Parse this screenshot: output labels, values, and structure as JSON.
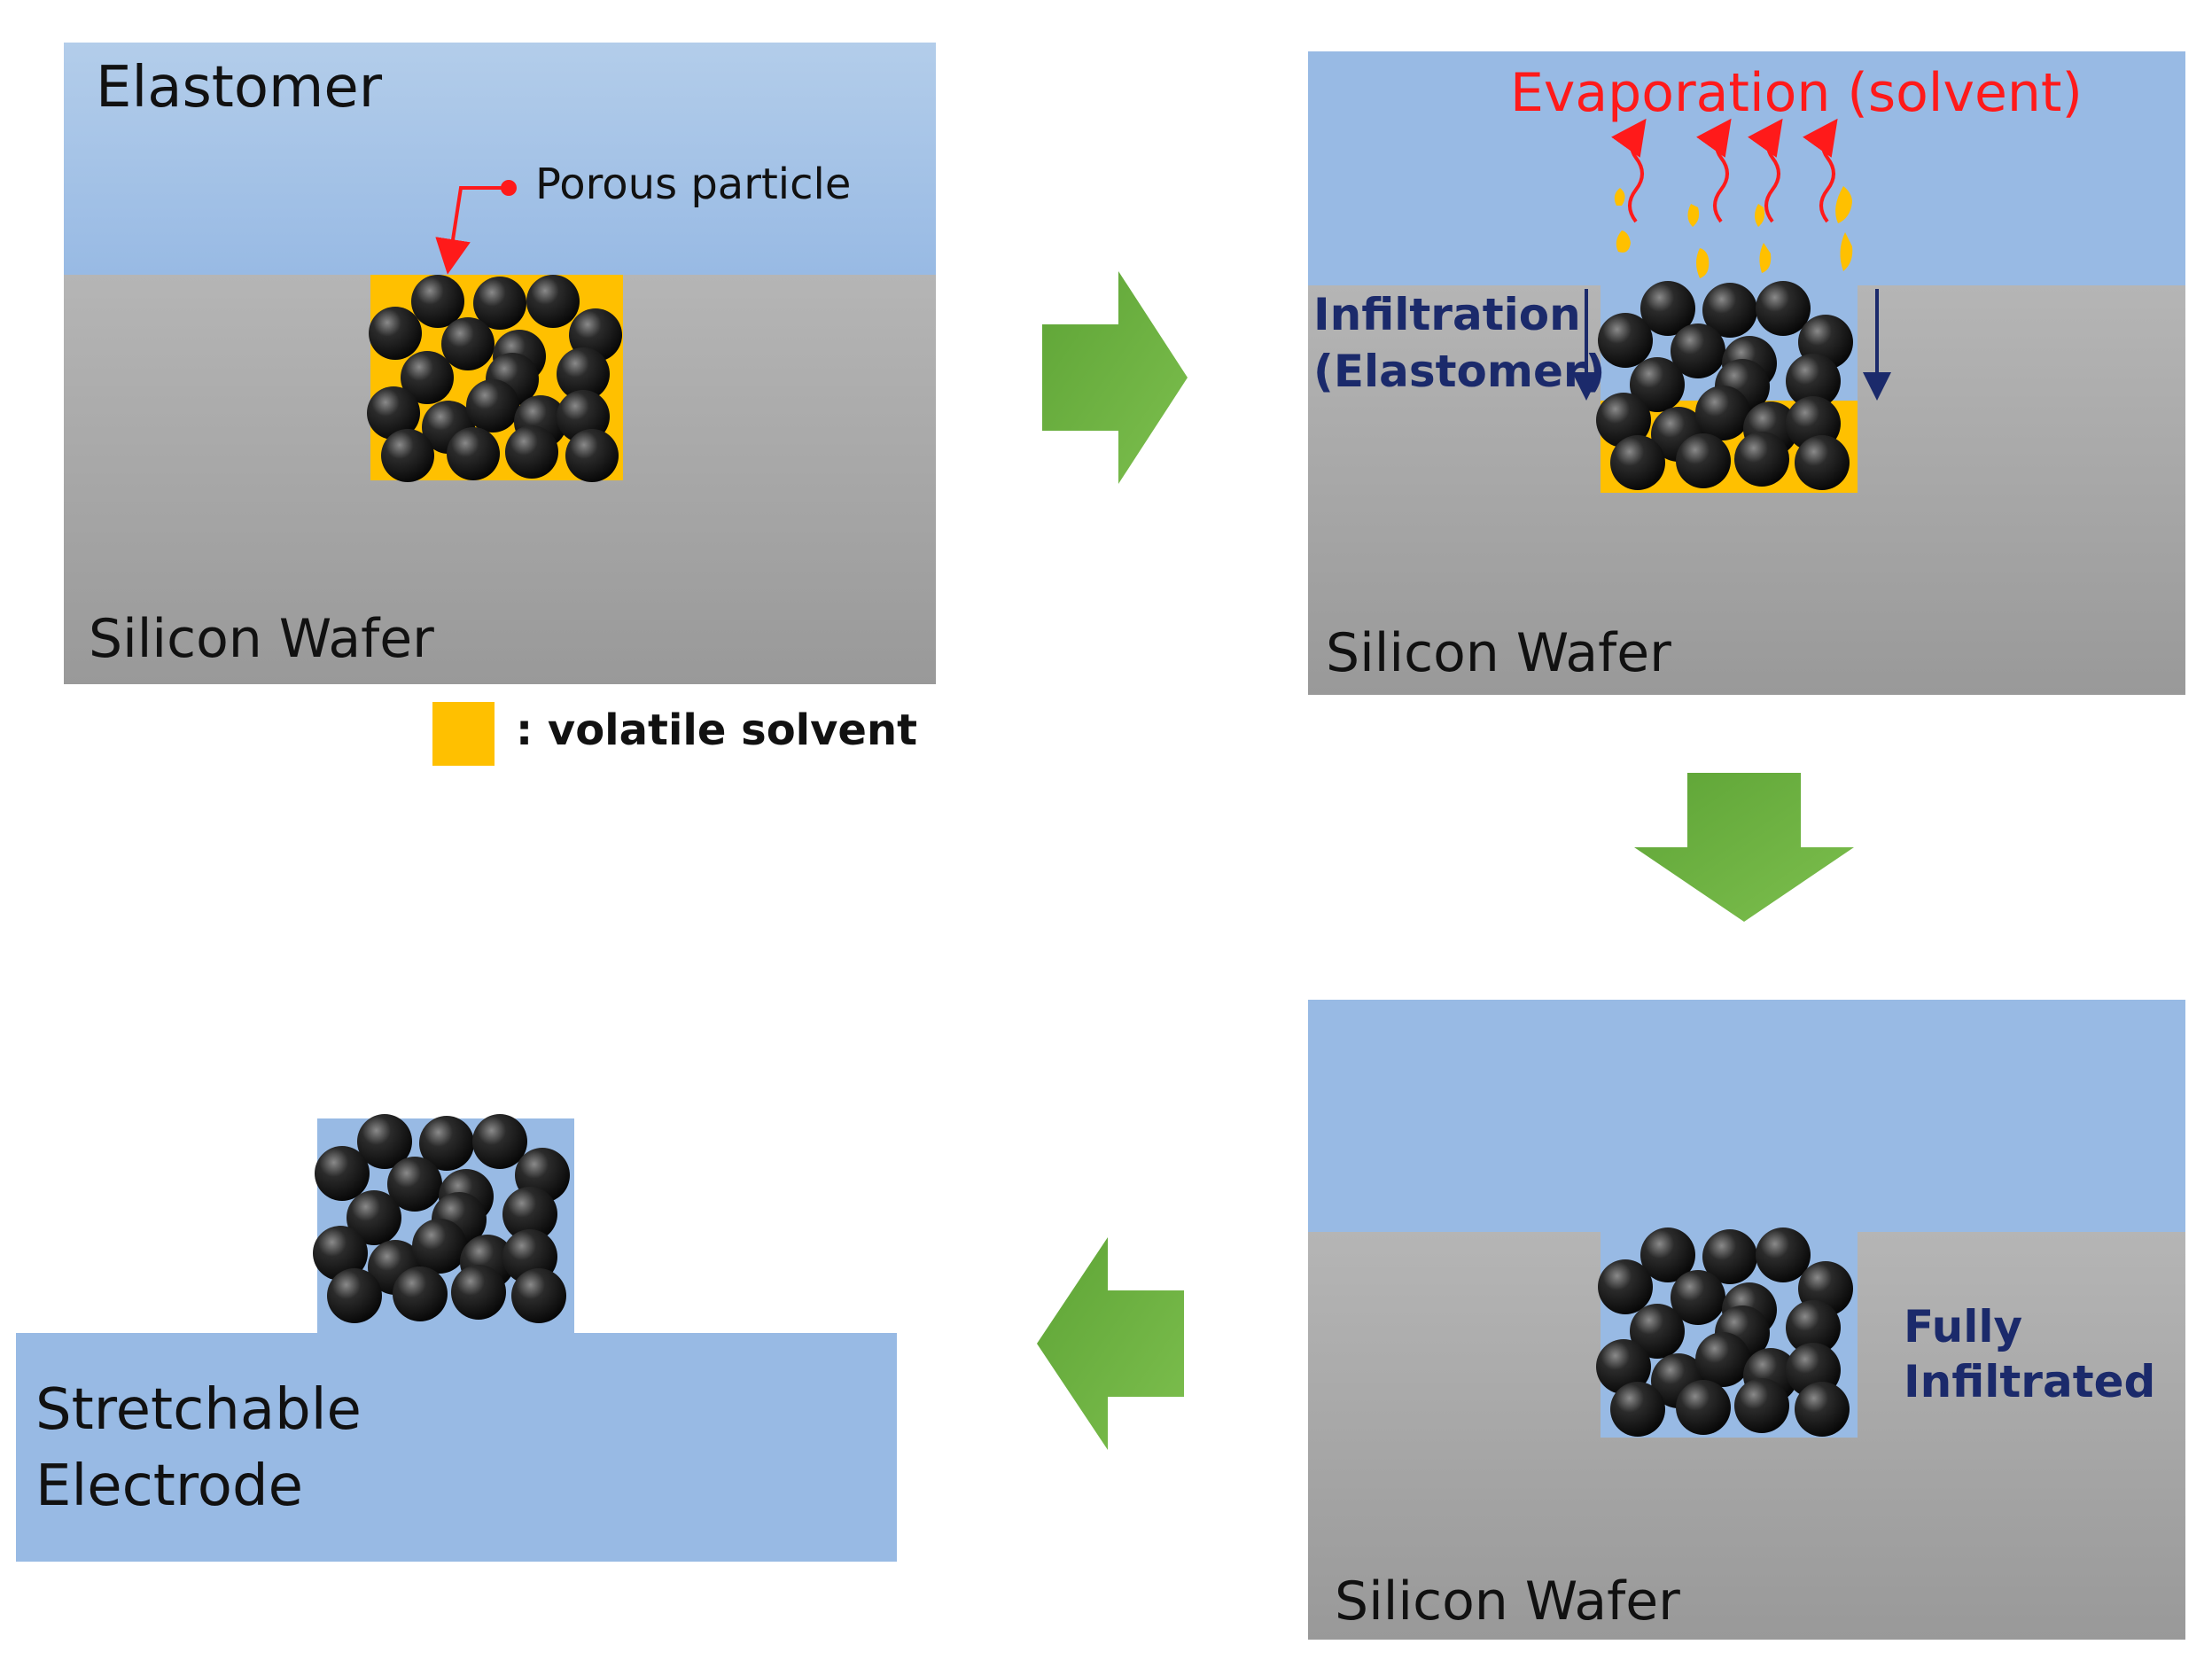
{
  "colors": {
    "elastomer": "#9cbde6",
    "wafer": "#a6a6a6",
    "solvent": "#ffc000",
    "particle": "#111111",
    "arrow": "#6aae3e",
    "evaporation": "#ff1a1a",
    "infiltration": "#1b2a6b"
  },
  "panel1": {
    "elastomer_label": "Elastomer",
    "particle_label": "Porous particle",
    "wafer_label": "Silicon Wafer",
    "legend_label": ": volatile solvent"
  },
  "panel2": {
    "evaporation_label": "Evaporation  (solvent)",
    "infiltration_label_line1": "Infiltration",
    "infiltration_label_line2": "(Elastomer)",
    "wafer_label": "Silicon Wafer"
  },
  "panel3": {
    "status_line1": "Fully",
    "status_line2": "Infiltrated",
    "wafer_label": "Silicon Wafer"
  },
  "panel4": {
    "electrode_line1": "Stretchable",
    "electrode_line2": "Electrode"
  }
}
